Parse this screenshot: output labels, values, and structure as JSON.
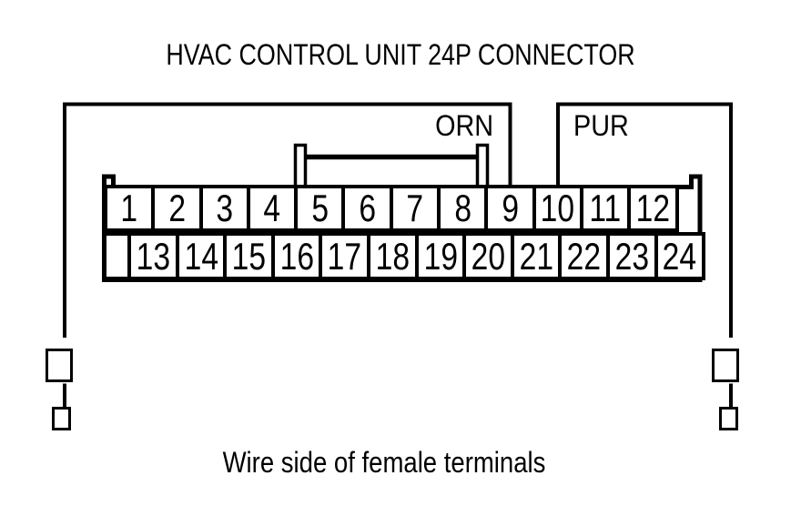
{
  "title": "HVAC CONTROL UNIT 24P CONNECTOR",
  "caption": "Wire side of female terminals",
  "colors": {
    "line": "#000000",
    "background": "#ffffff"
  },
  "wires": {
    "left": {
      "label": "ORN",
      "connects_to_pin": "9"
    },
    "right": {
      "label": "PUR",
      "connects_to_pin": "10"
    }
  },
  "connector": {
    "top_row_pins": [
      "1",
      "2",
      "3",
      "4",
      "5",
      "6",
      "7",
      "8",
      "9",
      "10",
      "11",
      "12"
    ],
    "bottom_row_pins": [
      "13",
      "14",
      "15",
      "16",
      "17",
      "18",
      "19",
      "20",
      "21",
      "22",
      "23",
      "24"
    ]
  }
}
